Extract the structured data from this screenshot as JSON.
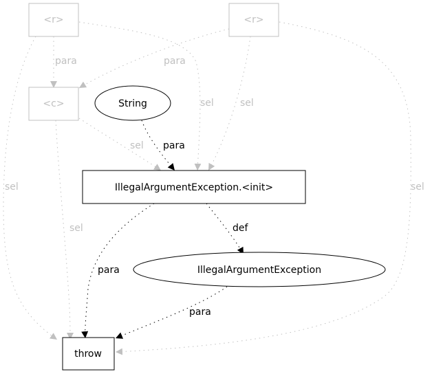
{
  "graph": {
    "nodes": {
      "r1": {
        "label": "<r>",
        "shape": "box",
        "style": "ghost"
      },
      "r2": {
        "label": "<r>",
        "shape": "box",
        "style": "ghost"
      },
      "c": {
        "label": "<c>",
        "shape": "box",
        "style": "ghost"
      },
      "string": {
        "label": "String",
        "shape": "ellipse",
        "style": "normal"
      },
      "init": {
        "label": "IllegalArgumentException.<init>",
        "shape": "box",
        "style": "normal"
      },
      "iae": {
        "label": "IllegalArgumentException",
        "shape": "ellipse",
        "style": "normal"
      },
      "throw": {
        "label": "throw",
        "shape": "box",
        "style": "normal"
      }
    },
    "edges": [
      {
        "from": "r1",
        "to": "c",
        "label": "para",
        "style": "ghost"
      },
      {
        "from": "r2",
        "to": "c",
        "label": "para",
        "style": "ghost"
      },
      {
        "from": "r1",
        "to": "init",
        "label": "sel",
        "style": "ghost"
      },
      {
        "from": "r2",
        "to": "init",
        "label": "sel",
        "style": "ghost"
      },
      {
        "from": "c",
        "to": "init",
        "label": "sel",
        "style": "ghost"
      },
      {
        "from": "string",
        "to": "init",
        "label": "para",
        "style": "normal"
      },
      {
        "from": "r1",
        "to": "throw",
        "label": "sel",
        "style": "ghost"
      },
      {
        "from": "c",
        "to": "throw",
        "label": "sel",
        "style": "ghost"
      },
      {
        "from": "r2",
        "to": "throw",
        "label": "sel",
        "style": "ghost"
      },
      {
        "from": "init",
        "to": "iae",
        "label": "def",
        "style": "normal"
      },
      {
        "from": "init",
        "to": "throw",
        "label": "para",
        "style": "normal"
      },
      {
        "from": "iae",
        "to": "throw",
        "label": "para",
        "style": "normal"
      }
    ],
    "colors": {
      "ghost": "#c0c0c0",
      "normal": "#000000"
    }
  }
}
